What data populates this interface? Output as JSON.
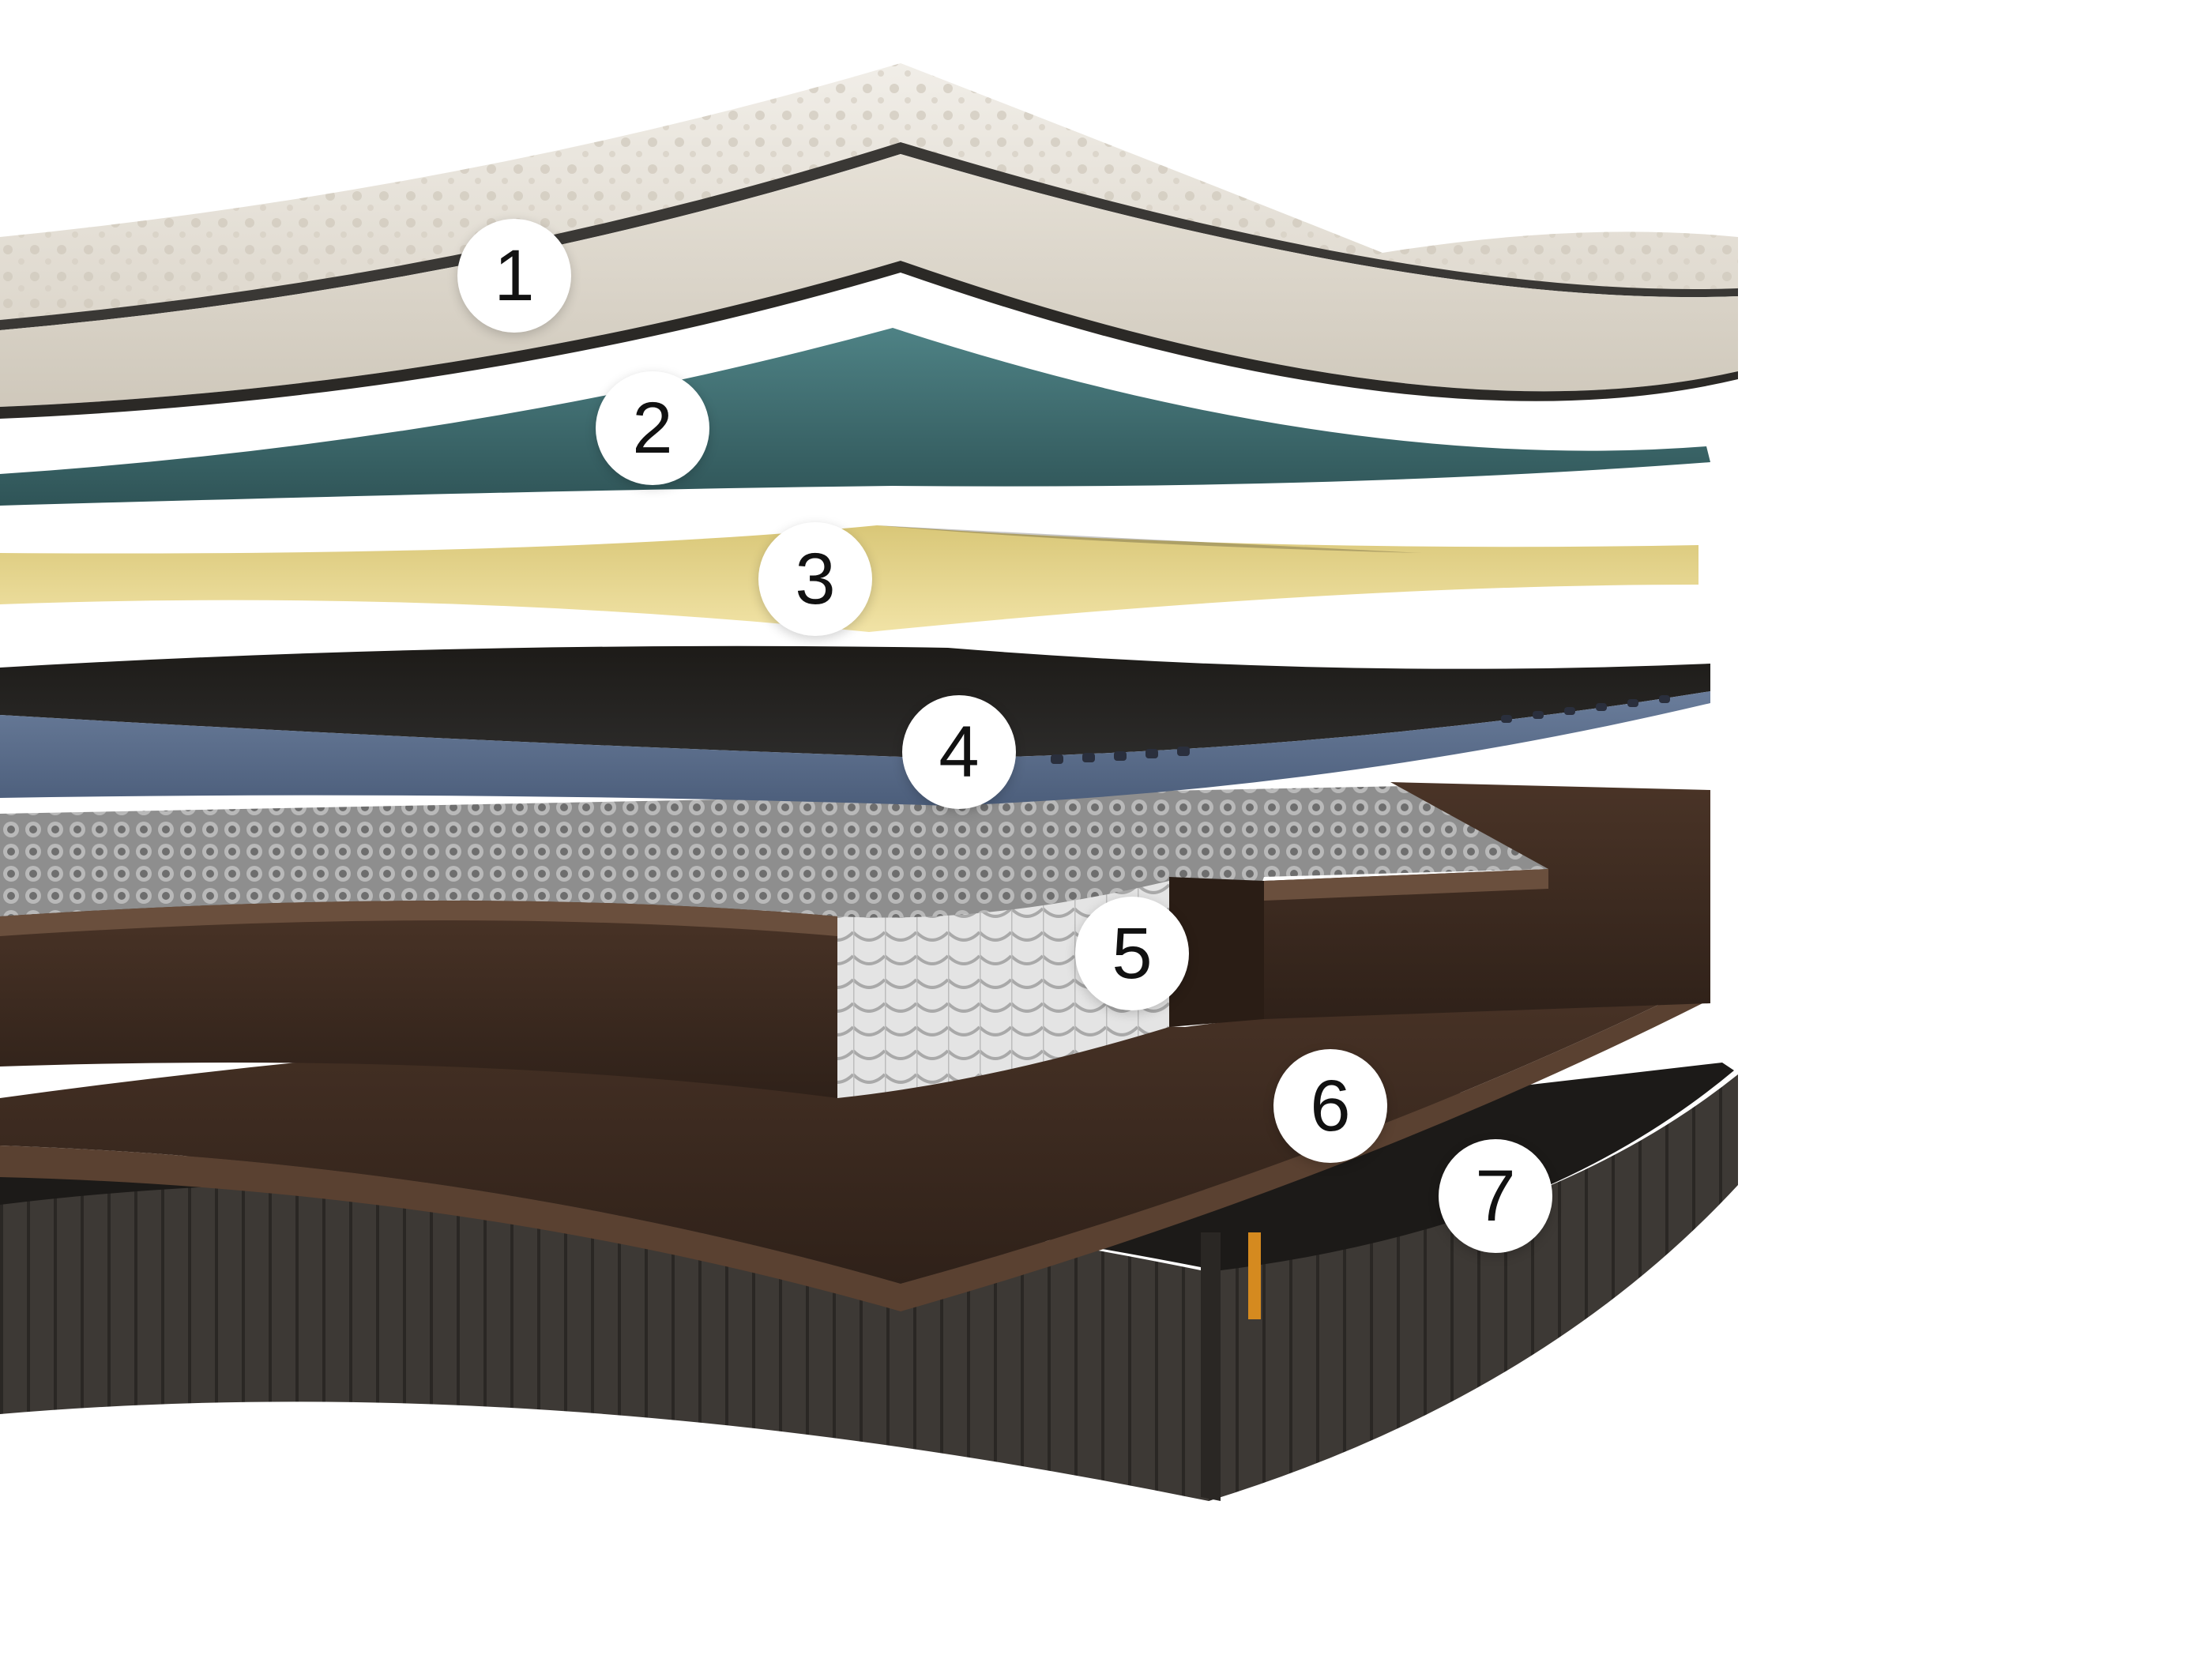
{
  "layers": [
    {
      "number": "1",
      "color": "#e9e4da"
    },
    {
      "number": "2",
      "color": "#3f6b6e"
    },
    {
      "number": "3",
      "color": "#ecdc98"
    },
    {
      "number": "4",
      "color": "#5a6d8c"
    },
    {
      "number": "5",
      "color": "#9a9a9a"
    },
    {
      "number": "6",
      "color": "#3c2a20"
    },
    {
      "number": "7",
      "color": "#3b3834"
    }
  ]
}
